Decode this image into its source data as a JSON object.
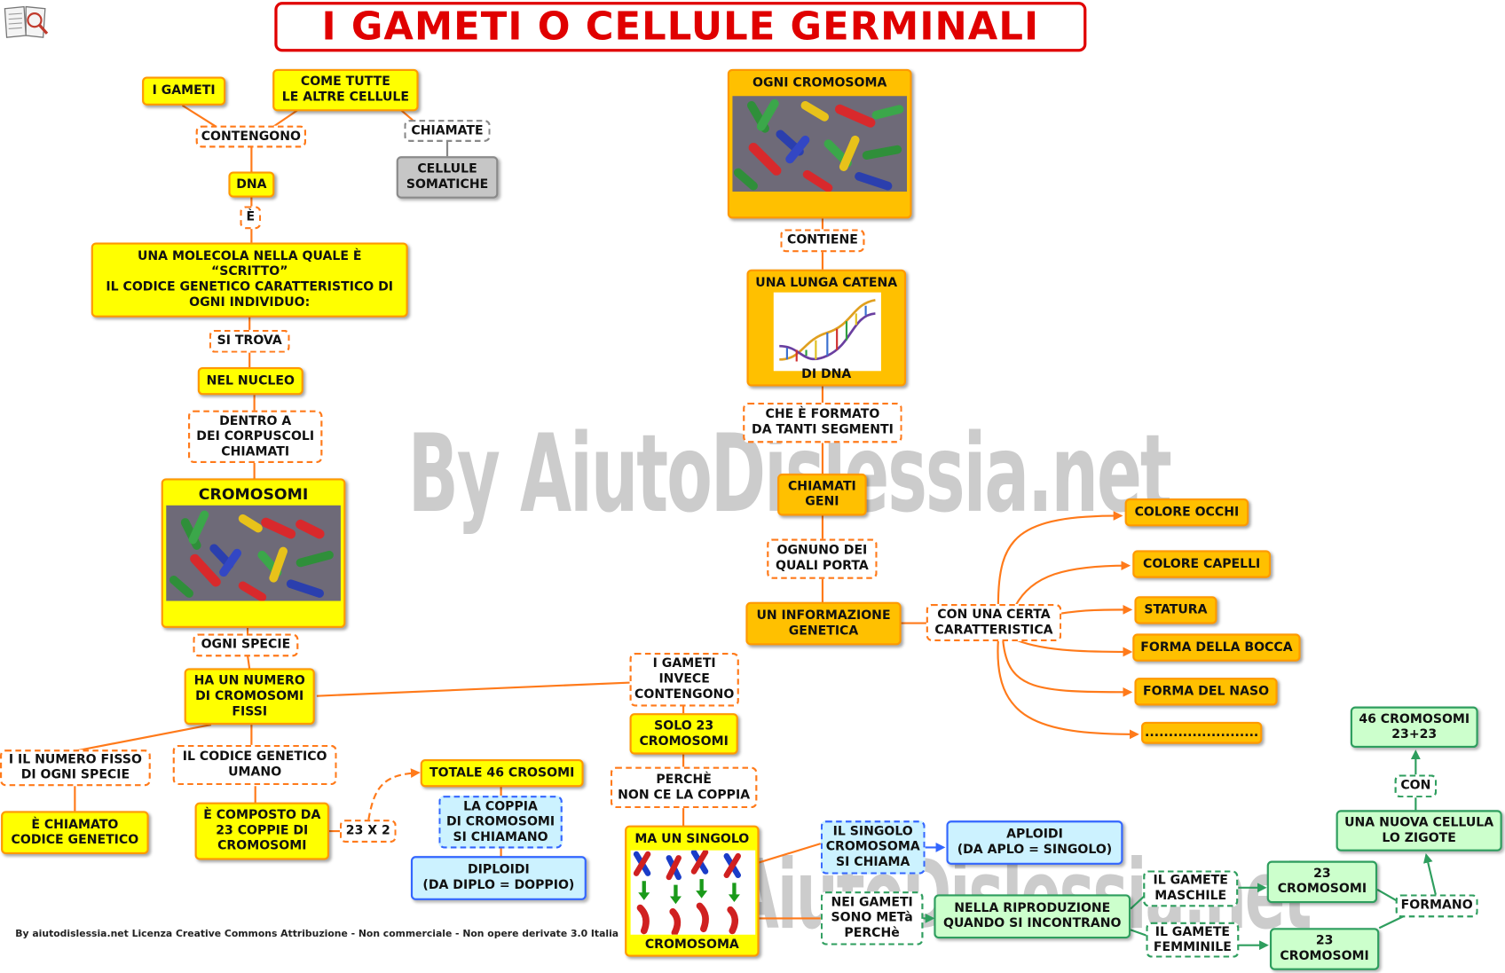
{
  "title": "I GAMETI O CELLULE GERMINALI",
  "footer": "By aiutodislessia.net Licenza Creative Commons Attribuzione - Non commerciale - Non opere derivate 3.0 Italia",
  "watermark": "By AiutoDislessia.net",
  "colors": {
    "title_red": "#e00000",
    "yellow": "#ffff00",
    "amber": "#ffc000",
    "orange_line": "#ff7a1a",
    "blue": "#3366ff",
    "green": "#2e9e5e",
    "gray": "#c6c6c6"
  },
  "nodes": {
    "i_gameti": "I GAMETI",
    "come_tutte": "COME TUTTE\nLE ALTRE CELLULE",
    "contengono": "CONTENGONO",
    "chiamate": "CHIAMATE",
    "cellule_somatiche": "CELLULE\nSOMATICHE",
    "dna": "DNA",
    "e": "È",
    "molecola": "UNA  MOLECOLA NELLA QUALE È\n“SCRITTO”\nIL CODICE GENETICO CARATTERISTICO DI\nOGNI INDIVIDUO:",
    "si_trova": "SI TROVA",
    "nel_nucleo": "NEL NUCLEO",
    "dentro_a": "DENTRO A\nDEI CORPUSCOLI\nCHIAMATI",
    "cromosomi": "CROMOSOMI",
    "ogni_specie": "OGNI SPECIE",
    "ha_un_numero": "HA UN NUMERO\nDI CROMOSOMI\nFISSI",
    "numero_fisso": "I IL NUMERO FISSO\nDI OGNI SPECIE",
    "e_chiamato": "È CHIAMATO\nCODICE GENETICO",
    "codice_umano": "IL CODICE GENETICO\nUMANO",
    "e_composto": "È COMPOSTO DA\n23 COPPIE DI\nCROMOSOMI",
    "23x2": "23 X 2",
    "totale_46": "TOTALE 46 CROSOMI",
    "la_coppia": "LA COPPIA\nDI CROMOSOMI\nSI CHIAMANO",
    "diploidi": "DIPLOIDI\n(DA DIPLO = DOPPIO)",
    "ogni_cromosoma": "OGNI CROMOSOMA",
    "contiene": "CONTIENE",
    "lunga_catena": "UNA LUNGA CATENA",
    "di_dna": "DI DNA",
    "che_e_formato": "CHE È FORMATO\nDA TANTI SEGMENTI",
    "chiamati_geni": "CHIAMATI\nGENI",
    "ognuno_dei": "OGNUNO DEI\nQUALI PORTA",
    "informazione": "UN INFORMAZIONE\nGENETICA",
    "con_certa": "CON UNA CERTA\nCARATTERISTICA",
    "colore_occhi": "COLORE OCCHI",
    "colore_capelli": "COLORE CAPELLI",
    "statura": "STATURA",
    "forma_bocca": "FORMA DELLA BOCCA",
    "forma_naso": "FORMA DEL NASO",
    "puntini": "........................",
    "gameti_invece": "I GAMETI\nINVECE\nCONTENGONO",
    "solo_23": "SOLO 23\nCROMOSOMI",
    "perche": "PERCHÈ\nNON CE LA COPPIA",
    "ma_un_singolo": "MA UN SINGOLO",
    "cromosoma": "CROMOSOMA",
    "il_singolo": "IL SINGOLO\nCROMOSOMA\nSI CHIAMA",
    "aploidi": "APLOIDI\n(DA APLO = SINGOLO)",
    "nei_gameti": "NEI GAMETI\nSONO METà\nPERCHè",
    "riproduzione": "NELLA RIPRODUZIONE\nQUANDO SI INCONTRANO",
    "gamete_maschile": "IL GAMETE\nMASCHILE",
    "gamete_femminile": "IL GAMETE\nFEMMINILE",
    "23_crom_a": "23\nCROMOSOMI",
    "23_crom_b": "23\nCROMOSOMI",
    "formano": "FORMANO",
    "nuova_cellula": "UNA NUOVA CELLULA\nLO ZIGOTE",
    "con": "CON",
    "46_cromosomi": "46 CROMOSOMI\n23+23"
  }
}
